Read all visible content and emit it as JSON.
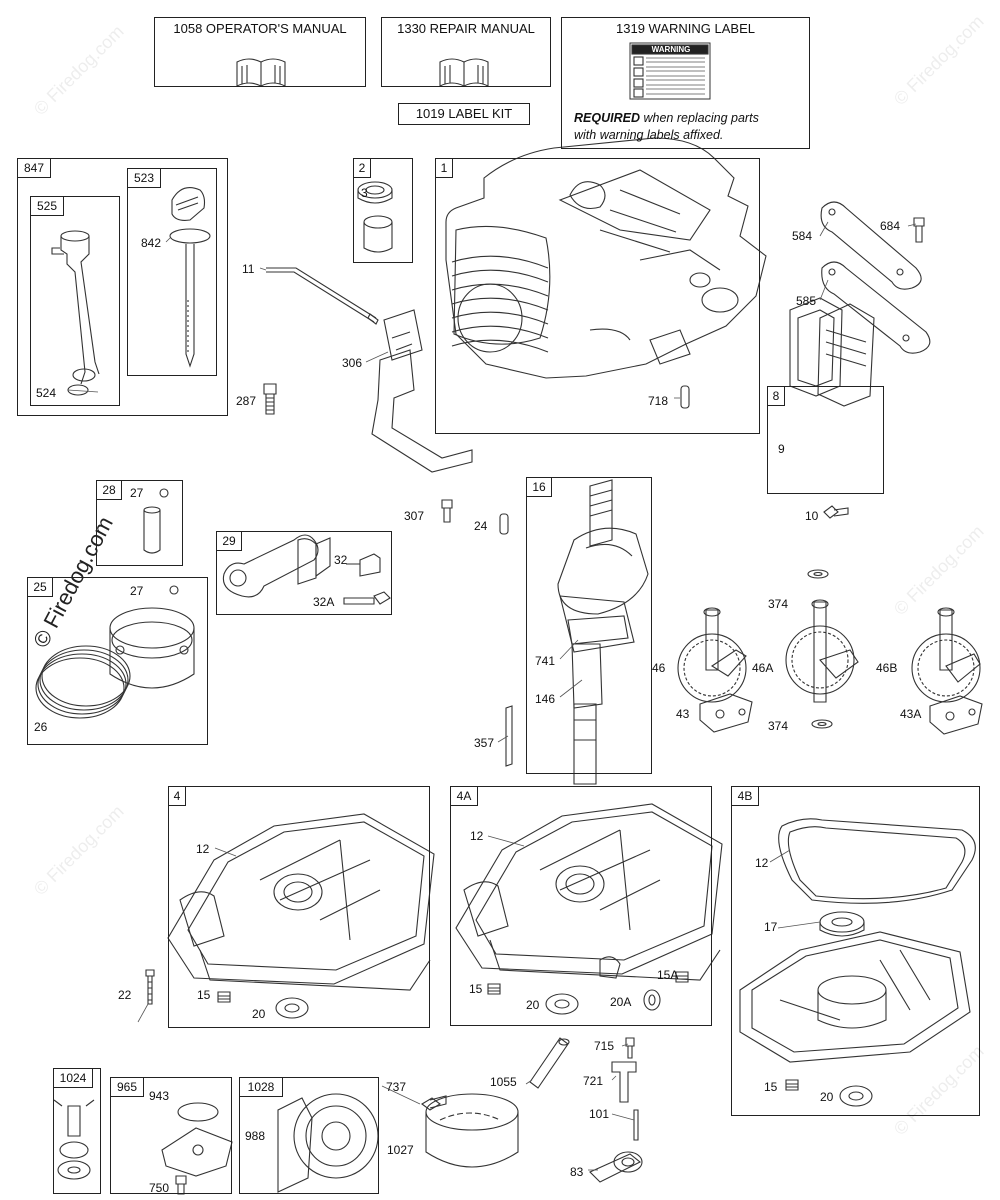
{
  "manuals": {
    "operators": "1058 OPERATOR'S MANUAL",
    "repair": "1330 REPAIR MANUAL",
    "warning": "1319 WARNING LABEL",
    "label_kit": "1019 LABEL KIT",
    "warning_sign": "WARNING",
    "required_bold": "REQUIRED",
    "required_rest": "when replacing parts",
    "required_line2": "with warning labels affixed."
  },
  "watermark": {
    "main": "© Firedog.com",
    "faint": "© Firedog.com"
  },
  "boxes": {
    "b847": "847",
    "b525": "525",
    "b523": "523",
    "b2": "2",
    "b1": "1",
    "b8": "8",
    "b28": "28",
    "b29": "29",
    "b25": "25",
    "b16": "16",
    "b4": "4",
    "b4A": "4A",
    "b4B": "4B",
    "b1024": "1024",
    "b965": "965",
    "b1028": "1028"
  },
  "labels": {
    "p842": "842",
    "p524": "524",
    "p287": "287",
    "p3": "3",
    "p11": "11",
    "p306": "306",
    "p718": "718",
    "p584": "584",
    "p684": "684",
    "p585": "585",
    "p9": "9",
    "p10": "10",
    "p307": "307",
    "p24": "24",
    "p27a": "27",
    "p27b": "27",
    "p32": "32",
    "p32A": "32A",
    "p26": "26",
    "p741": "741",
    "p146": "146",
    "p357": "357",
    "p374a": "374",
    "p374b": "374",
    "p46": "46",
    "p46A": "46A",
    "p46B": "46B",
    "p43": "43",
    "p43A": "43A",
    "p12a": "12",
    "p12b": "12",
    "p12c": "12",
    "p22": "22",
    "p15a": "15",
    "p20a": "20",
    "p15b": "15",
    "p20b": "20",
    "p20A": "20A",
    "p15A": "15A",
    "p17": "17",
    "p15c": "15",
    "p20c": "20",
    "p943": "943",
    "p750": "750",
    "p988": "988",
    "p737": "737",
    "p1027": "1027",
    "p1055": "1055",
    "p715": "715",
    "p721": "721",
    "p101": "101",
    "p83": "83"
  }
}
